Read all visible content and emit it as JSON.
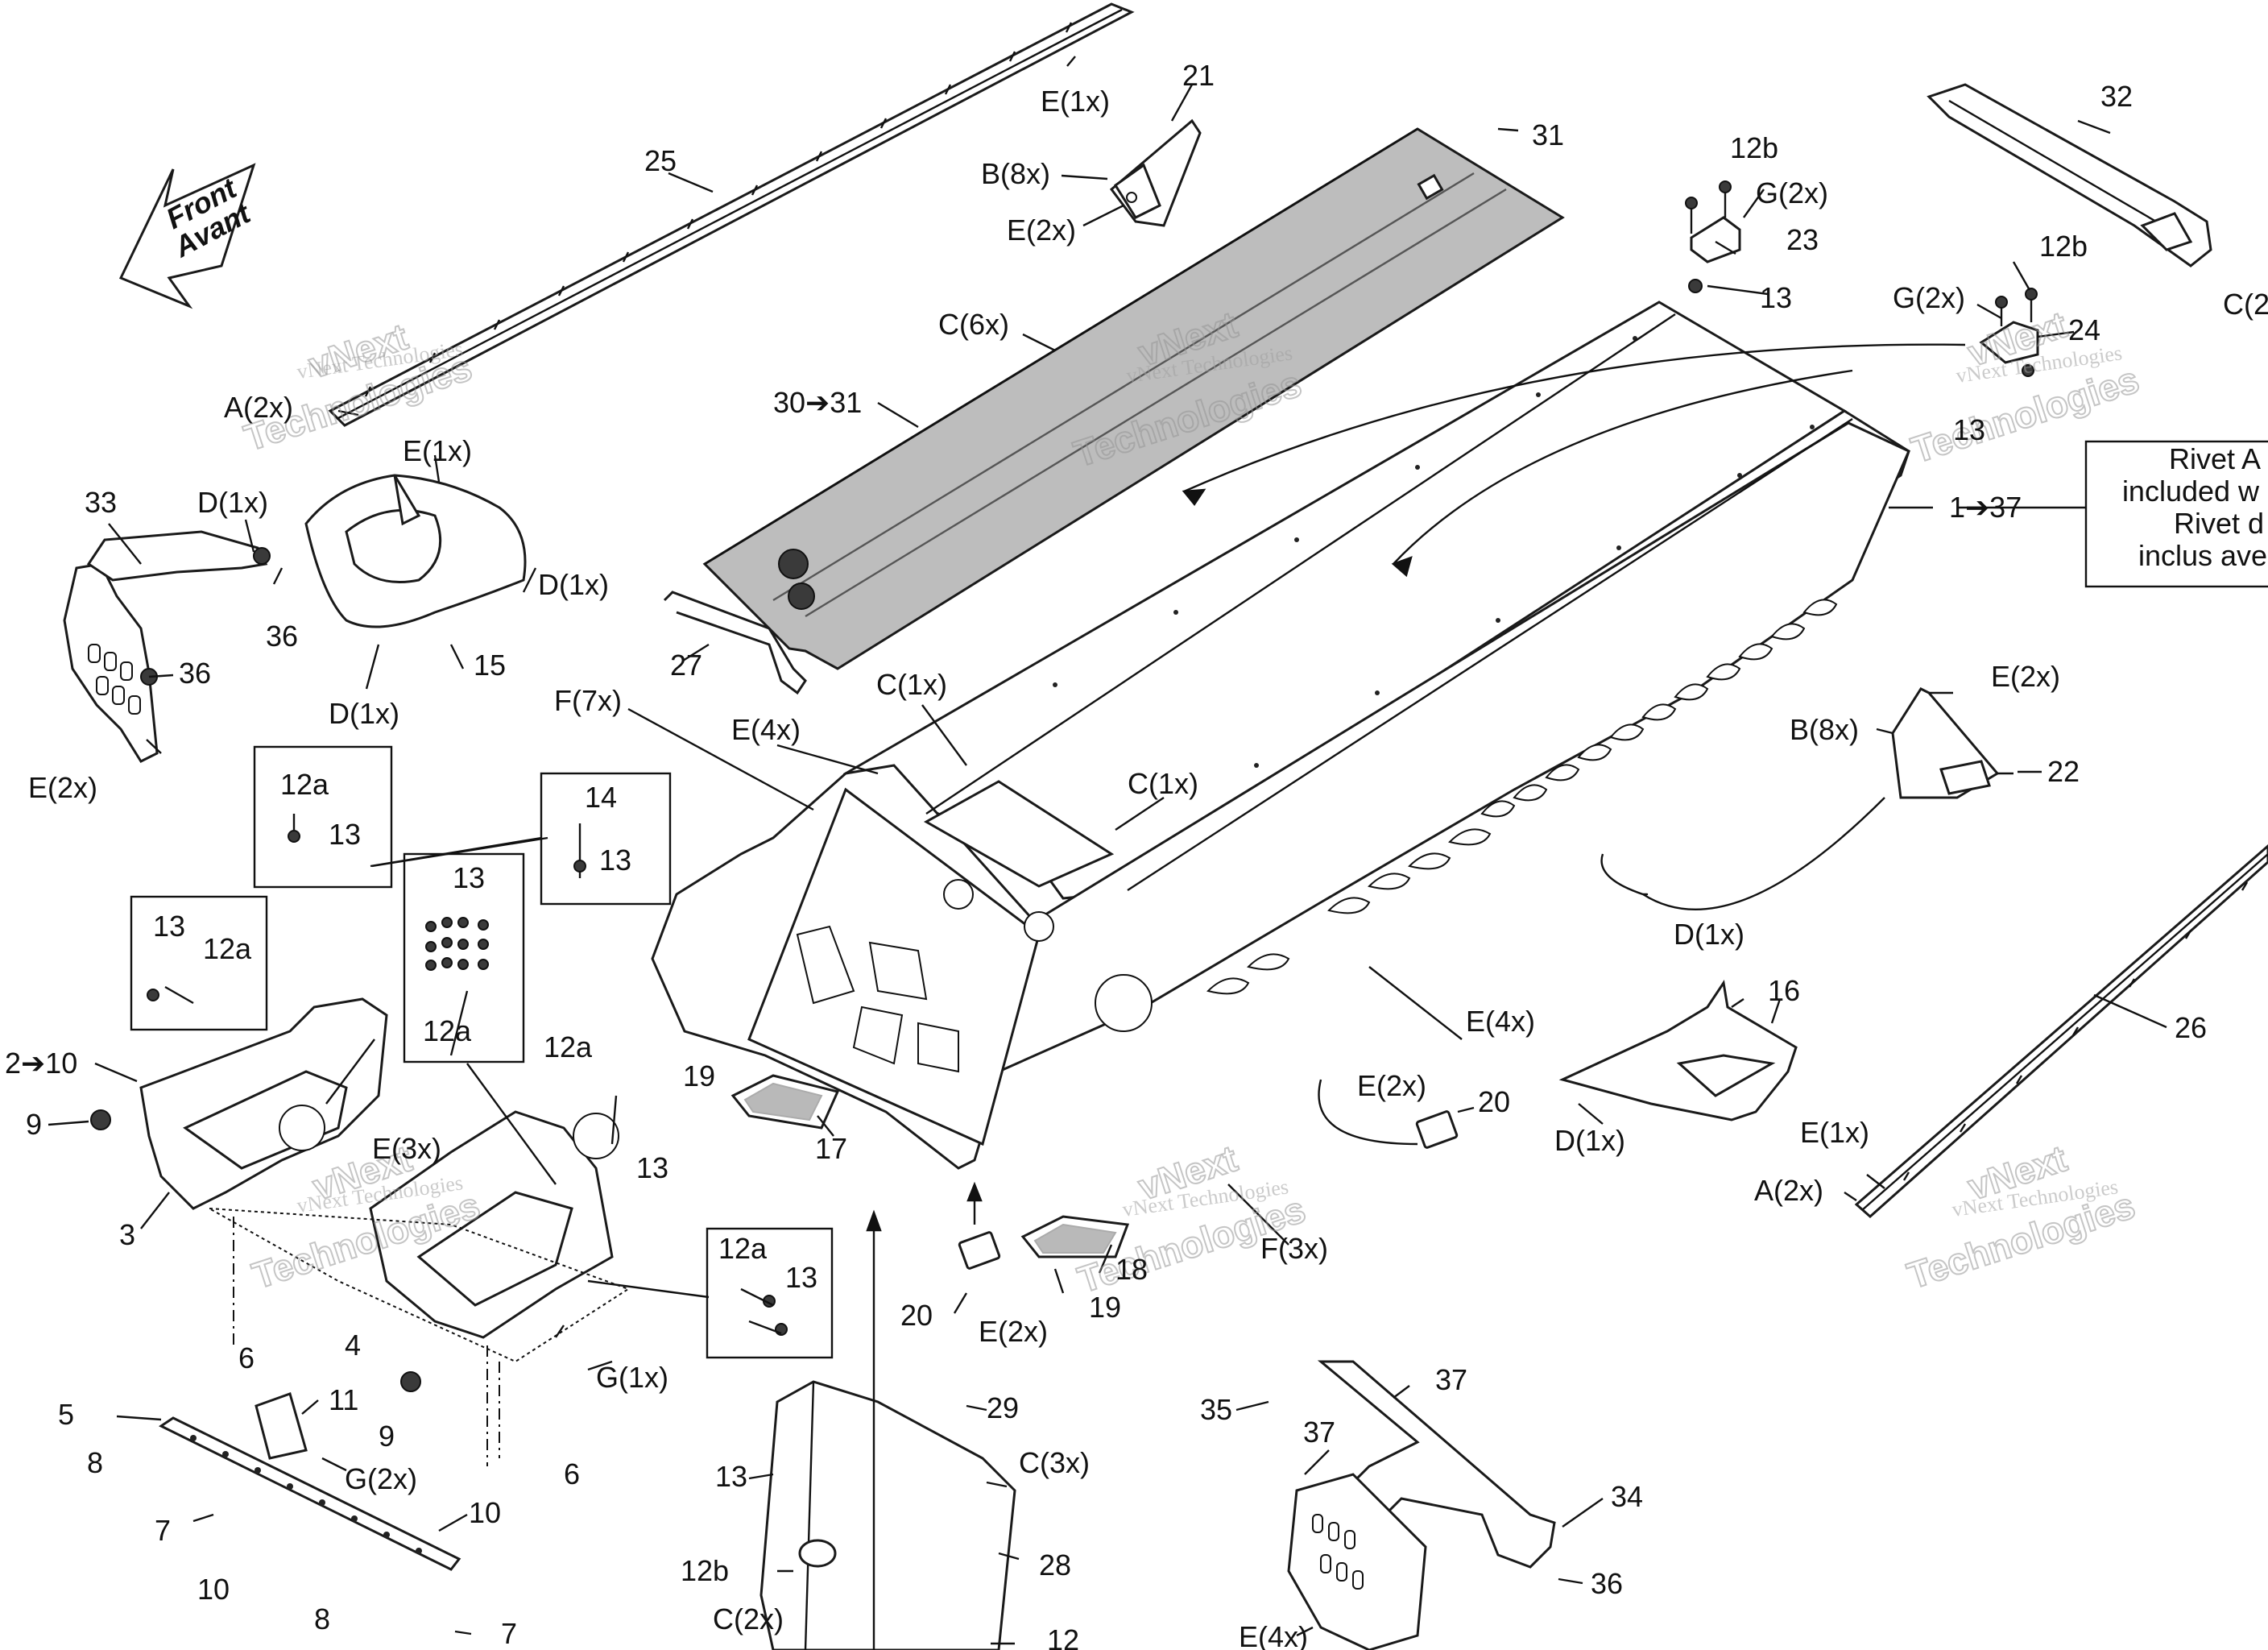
{
  "front_arrow": {
    "line1": "Front",
    "line2": "Avant"
  },
  "watermark": {
    "small": "vNext Technologies",
    "large_top": "vNext",
    "large_bottom": "Technologies"
  },
  "rivet_note": {
    "line1": "Rivet A",
    "line2": "included w",
    "line3": "Rivet d",
    "line4": "inclus ave"
  },
  "callouts": {
    "c_25": "25",
    "c_E1x_top": "E(1x)",
    "c_21": "21",
    "c_B8x_top": "B(8x)",
    "c_E2x_21": "E(2x)",
    "c_31": "31",
    "c_C6x": "C(6x)",
    "c_30_31": "30➔31",
    "c_A2x_left": "A(2x)",
    "c_E1x_15": "E(1x)",
    "c_33": "33",
    "c_D1x_33": "D(1x)",
    "c_36a": "36",
    "c_36b": "36",
    "c_E2x_33": "E(2x)",
    "c_D1x_15r": "D(1x)",
    "c_15": "15",
    "c_D1x_15b": "D(1x)",
    "c_27": "27",
    "c_12b_top": "12b",
    "c_G2x_23": "G(2x)",
    "c_23": "23",
    "c_13_23": "13",
    "c_32": "32",
    "c_C2_right": "C(2",
    "c_12b_24": "12b",
    "c_G2x_24": "G(2x)",
    "c_24": "24",
    "c_13_24": "13",
    "c_1_37": "1➔37",
    "c_F7x": "F(7x)",
    "c_E4x_top": "E(4x)",
    "c_C1x_a": "C(1x)",
    "c_C1x_b": "C(1x)",
    "c_E2x_22": "E(2x)",
    "c_B8x_22": "B(8x)",
    "c_22": "22",
    "c_12a_box1": "12a",
    "c_13_box1": "13",
    "c_14_box": "14",
    "c_13_box14": "13",
    "c_13_box2": "13",
    "c_12a_box2": "12a",
    "c_13_box3": "13",
    "c_12a_box3": "12a",
    "c_2_10": "2➔10",
    "c_9a": "9",
    "c_3": "3",
    "c_E3x": "E(3x)",
    "c_12a_mid": "12a",
    "c_13_mid": "13",
    "c_D1x_16": "D(1x)",
    "c_16": "16",
    "c_E4x_side": "E(4x)",
    "c_E2x_20r": "E(2x)",
    "c_20r": "20",
    "c_D1x_16b": "D(1x)",
    "c_26": "26",
    "c_E1x_26": "E(1x)",
    "c_A2x_right": "A(2x)",
    "c_19a": "19",
    "c_17": "17",
    "c_18": "18",
    "c_19b": "19",
    "c_20b": "20",
    "c_E2x_20b": "E(2x)",
    "c_F3x": "F(3x)",
    "c_12a_box4": "12a",
    "c_13_box4": "13",
    "c_6a": "6",
    "c_4": "4",
    "c_9b": "9",
    "c_G1x": "G(1x)",
    "c_5": "5",
    "c_11": "11",
    "c_8a": "8",
    "c_G2x_5": "G(2x)",
    "c_6b": "6",
    "c_7a": "7",
    "c_10a": "10",
    "c_10b": "10",
    "c_8b": "8",
    "c_7b": "7",
    "c_29": "29",
    "c_13_28": "13",
    "c_C3x": "C(3x)",
    "c_28": "28",
    "c_12b_28": "12b",
    "c_C2x": "C(2x)",
    "c_35": "35",
    "c_37a": "37",
    "c_37b": "37",
    "c_34": "34",
    "c_36c": "36",
    "c_E4x_34": "E(4x)",
    "c_12_bottom": "12"
  }
}
